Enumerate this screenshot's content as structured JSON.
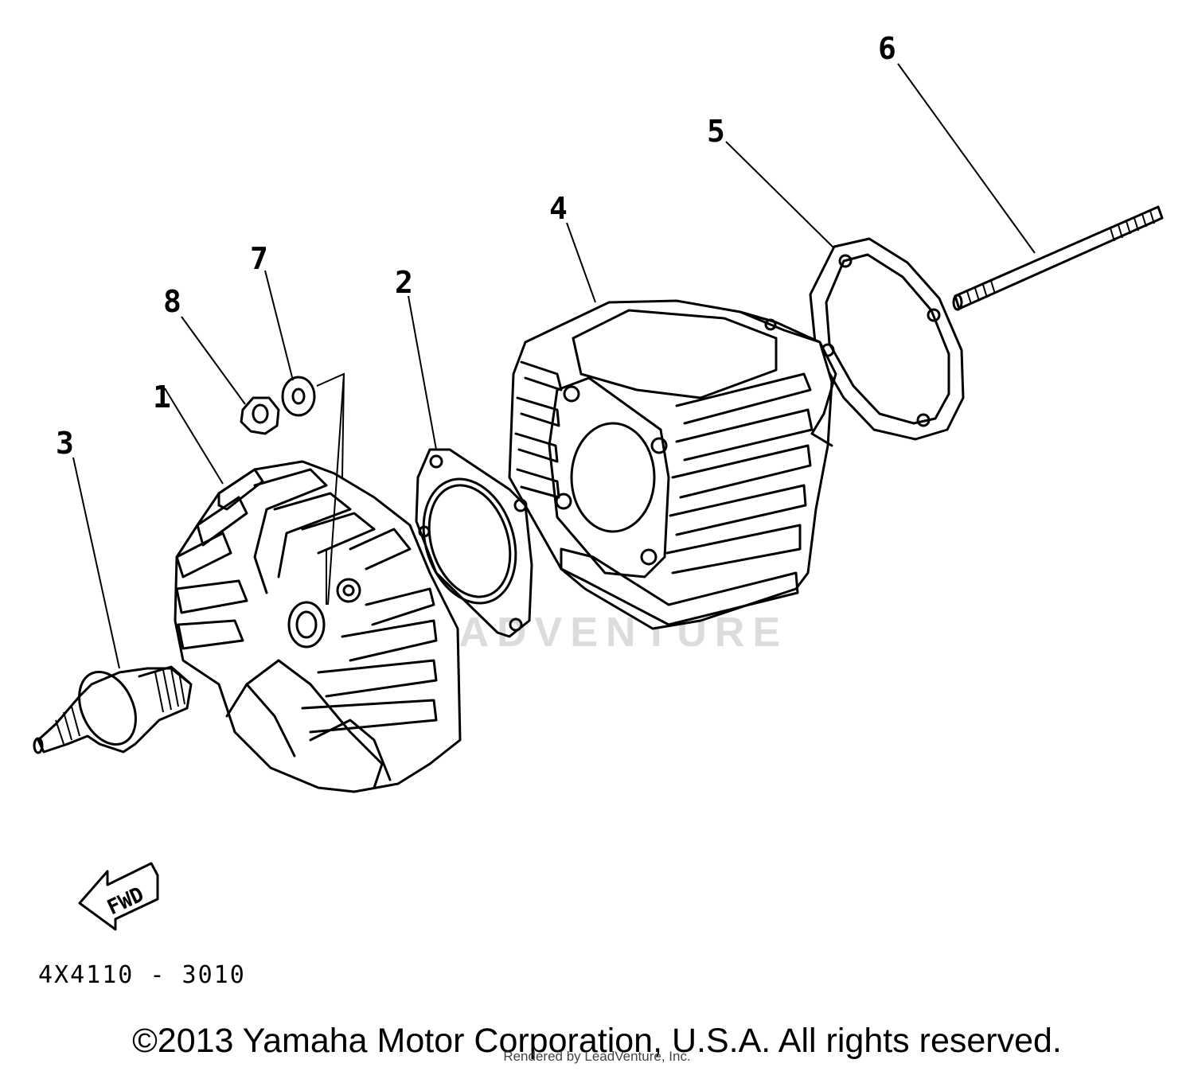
{
  "callouts": [
    "1",
    "2",
    "3",
    "4",
    "5",
    "6",
    "7",
    "8"
  ],
  "fwd_label": "FWD",
  "watermark_text": "LEADVENTURE",
  "figure_code": "4X4110 - 3010",
  "copyright": "©2013 Yamaha Motor Corporation, U.S.A. All rights reserved.",
  "rendered_by": "Rendered by LeadVenture, Inc."
}
